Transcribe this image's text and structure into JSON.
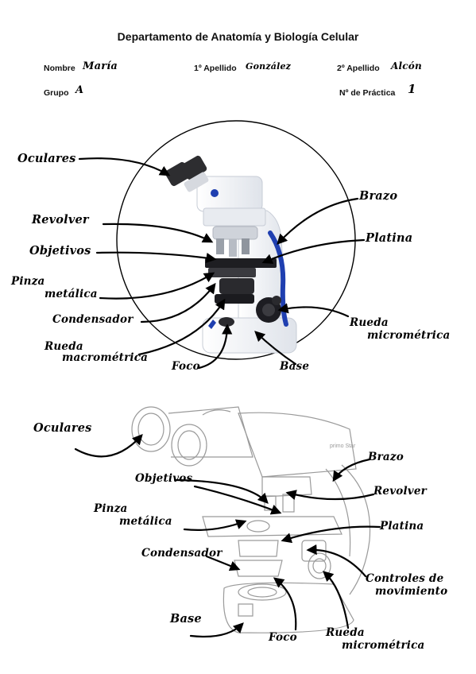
{
  "header": {
    "title": "Departamento de Anatomía y Biología Celular",
    "nombre_label": "Nombre",
    "nombre_value": "María",
    "apellido1_label": "1º Apellido",
    "apellido1_value": "González",
    "apellido2_label": "2º Apellido",
    "apellido2_value": "Alcón",
    "grupo_label": "Grupo",
    "grupo_value": "A",
    "practica_label": "Nº de Práctica",
    "practica_value": "1"
  },
  "diagram1": {
    "labels": {
      "oculares": "Oculares",
      "revolver": "Revolver",
      "objetivos": "Objetivos",
      "pinza_line1": "Pinza",
      "pinza_line2": "metálica",
      "condensador": "Condensador",
      "rueda_macro_line1": "Rueda",
      "rueda_macro_line2": "macrométrica",
      "foco": "Foco",
      "brazo": "Brazo",
      "platina": "Platina",
      "rueda_micro_line1": "Rueda",
      "rueda_micro_line2": "micrométrica",
      "base": "Base"
    }
  },
  "diagram2": {
    "labels": {
      "oculares": "Oculares",
      "brazo": "Brazo",
      "objetivos": "Objetivos",
      "revolver": "Revolver",
      "pinza_line1": "Pinza",
      "pinza_line2": "metálica",
      "platina": "Platina",
      "condensador": "Condensador",
      "controles_line1": "Controles de",
      "controles_line2": "movimiento",
      "base": "Base",
      "foco": "Foco",
      "rueda_micro_line1": "Rueda",
      "rueda_micro_line2": "micrométrica"
    }
  },
  "colors": {
    "ink": "#000000",
    "microscope_body": "#eef1f6",
    "accent_blue": "#1f3fb0",
    "sketch_gray": "#9a9a9a"
  }
}
